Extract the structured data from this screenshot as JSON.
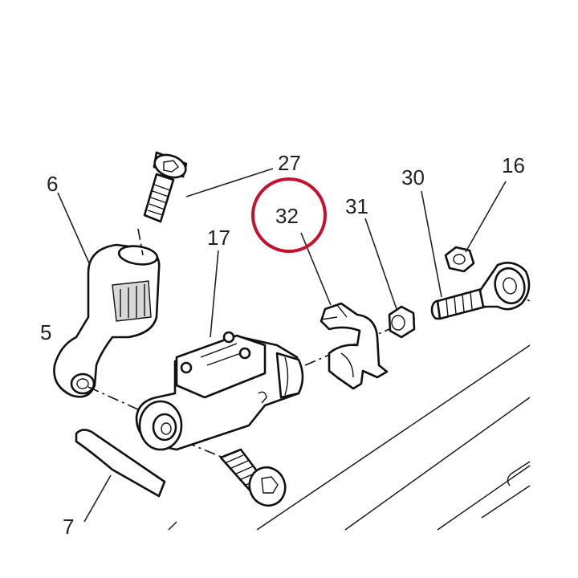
{
  "labels": {
    "l27": "27",
    "l6": "6",
    "l32": "32",
    "l31": "31",
    "l30": "30",
    "l16": "16",
    "l17": "17",
    "l5": "5",
    "l7": "7"
  },
  "highlight": {
    "color": "#c8102e",
    "target": "32"
  },
  "ink_color": "#111111"
}
